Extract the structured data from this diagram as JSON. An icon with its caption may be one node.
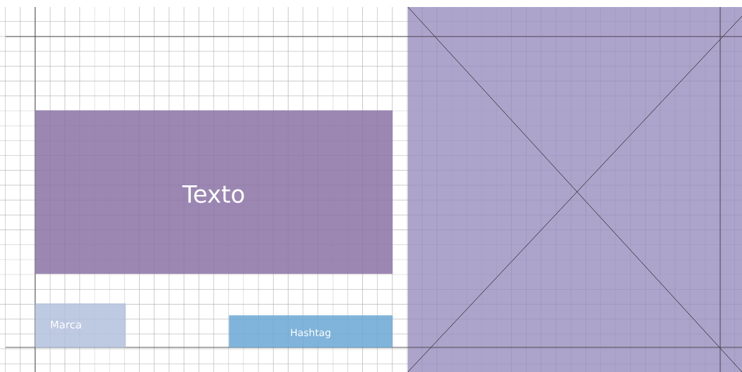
{
  "diagram": {
    "nodes": [
      {
        "text": [
          "Texto"
        ]
      },
      {
        "text": [
          "Marca"
        ]
      },
      {
        "text": [
          "Hashtag"
        ]
      }
    ]
  }
}
